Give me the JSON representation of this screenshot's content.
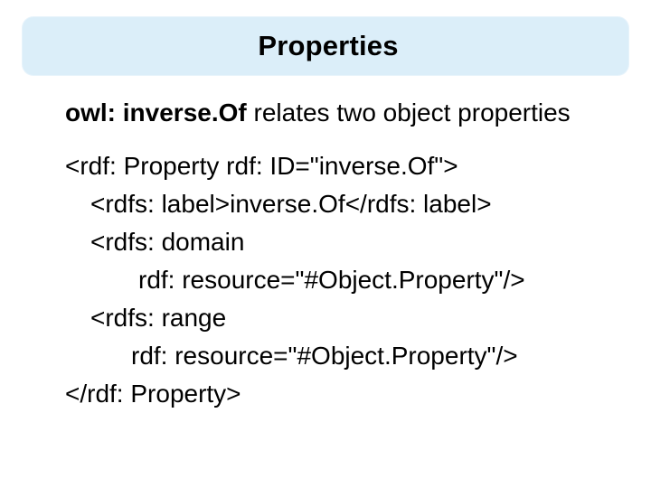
{
  "slide": {
    "title": "Properties",
    "intro_term": "owl: inverse.Of",
    "intro_rest": " relates two object properties",
    "code_lines": [
      "<rdf: Property rdf: ID=\"inverse.Of\">",
      "<rdfs: label>inverse.Of</rdfs: label>",
      "<rdfs: domain",
      "rdf: resource=\"#Object.Property\"/>",
      "<rdfs: range",
      "rdf: resource=\"#Object.Property\"/>",
      "</rdf: Property>"
    ]
  },
  "colors": {
    "title_background": "#dbeef9",
    "text": "#000000",
    "background": "#ffffff"
  }
}
